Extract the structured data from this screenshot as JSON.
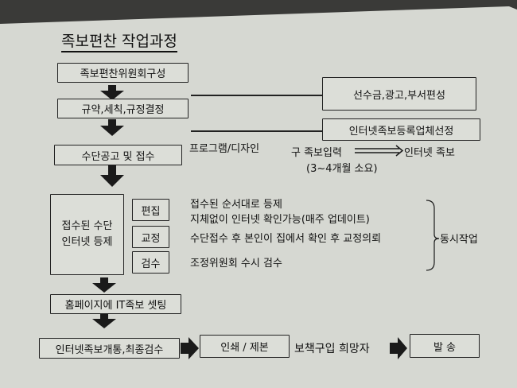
{
  "title": "족보편찬 작업과정",
  "steps": {
    "committee": "족보편찬위원회구성",
    "rules": "규약,세칙,규정결정",
    "notice": "수단공고 및 접수",
    "received": "접수된 수단\n인터넷 등제",
    "homepage": "홈페이지에 IT족보 셋팅",
    "open": "인터넷족보개통,최종검수",
    "print": "인쇄 / 제본",
    "ship": "발 송"
  },
  "side": {
    "deposit": "선수금,광고,부서편성",
    "vendor": "인터넷족보등록업체선정",
    "program": "프로그램/디자인",
    "old_input": "구 족보입력",
    "internet_jokbo": "인터넷 족보",
    "duration": "(3~4개월 소요)",
    "buyer": "보책구입 희망자"
  },
  "tasks": [
    {
      "label": "편집",
      "desc": "접수된 순서대로 등제\n지체없이 인터넷 확인가능(매주 업데이트)"
    },
    {
      "label": "교정",
      "desc": "수단접수 후 본인이 집에서 확인 후 교정의뢰"
    },
    {
      "label": "검수",
      "desc": "조정위원회 수시 검수"
    }
  ],
  "simultaneous": "동시작업"
}
